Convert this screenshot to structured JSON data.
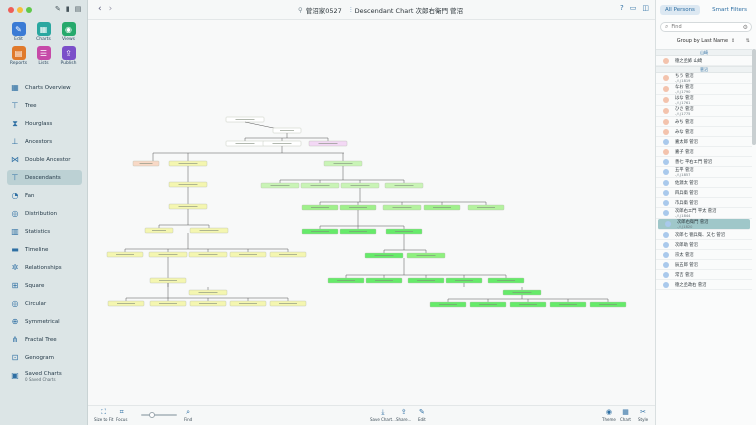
{
  "app": {
    "doc_title": "菅沼家0527",
    "chart_title": "Descendant Chart 次郎右衛門 菅沼"
  },
  "toolbar_grid": [
    {
      "label": "Edit",
      "icon": "pencil-icon",
      "color": "#3a7bd5"
    },
    {
      "label": "Charts",
      "icon": "charts-icon",
      "color": "#2aa7a0"
    },
    {
      "label": "Views",
      "icon": "eye-icon",
      "color": "#26a96c"
    },
    {
      "label": "Reports",
      "icon": "reports-icon",
      "color": "#e07a2c"
    },
    {
      "label": "Lists",
      "icon": "lists-icon",
      "color": "#c64aa8"
    },
    {
      "label": "Publish",
      "icon": "publish-icon",
      "color": "#7b4fc9"
    }
  ],
  "nav": [
    {
      "label": "Charts Overview",
      "icon": "charts-overview-icon"
    },
    {
      "label": "Tree",
      "icon": "tree-icon"
    },
    {
      "label": "Hourglass",
      "icon": "hourglass-icon"
    },
    {
      "label": "Ancestors",
      "icon": "ancestors-icon"
    },
    {
      "label": "Double Ancestor",
      "icon": "double-ancestor-icon"
    },
    {
      "label": "Descendants",
      "icon": "descendants-icon",
      "selected": true
    },
    {
      "label": "Fan",
      "icon": "fan-icon"
    },
    {
      "label": "Distribution",
      "icon": "distribution-icon"
    },
    {
      "label": "Statistics",
      "icon": "statistics-icon"
    },
    {
      "label": "Timeline",
      "icon": "timeline-icon"
    },
    {
      "label": "Relationships",
      "icon": "relationships-icon"
    },
    {
      "label": "Square",
      "icon": "square-icon"
    },
    {
      "label": "Circular",
      "icon": "circular-icon"
    },
    {
      "label": "Symmetrical",
      "icon": "symmetrical-icon"
    },
    {
      "label": "Fractal Tree",
      "icon": "fractal-tree-icon"
    },
    {
      "label": "Genogram",
      "icon": "genogram-icon"
    },
    {
      "label": "Saved Charts",
      "sub": "0 Saved Charts",
      "icon": "saved-charts-icon"
    }
  ],
  "bottom_bar": {
    "size_to_fit": "Size to Fit",
    "focus": "Focus",
    "find": "Find",
    "save_chart": "Save Chart...",
    "share": "Share...",
    "edit": "Edit",
    "theme": "Theme",
    "chart": "Chart",
    "style": "Style",
    "zoom_level": 0.3
  },
  "right_panel": {
    "tabs": [
      "All Persons",
      "Smart Filters"
    ],
    "search_placeholder": "Find",
    "group_by": "Group by Last Name",
    "groups": [
      {
        "header": "山崎",
        "items": [
          {
            "name": "徳之丞姉 山崎",
            "sex": "f"
          }
        ]
      },
      {
        "header": "菅沼",
        "items": [
          {
            "name": "ちう 菅沼",
            "date": "-八(1819",
            "sex": "f"
          },
          {
            "name": "なお 菅沼",
            "date": "-八(1790",
            "sex": "f"
          },
          {
            "name": "はな 菅沼",
            "date": "-八(1761",
            "sex": "f"
          },
          {
            "name": "ひさ 菅沼",
            "date": "-八(1775",
            "sex": "f"
          },
          {
            "name": "みち 菅沼",
            "sex": "f"
          },
          {
            "name": "みな 菅沼",
            "sex": "f"
          },
          {
            "name": "嘉太郎 菅沼",
            "sex": "m"
          },
          {
            "name": "嘉子 菅沼",
            "sex": "f"
          },
          {
            "name": "善七 平右エ門 菅沼",
            "sex": "m"
          },
          {
            "name": "五平 菅沼",
            "date": "-八(1857",
            "sex": "m"
          },
          {
            "name": "佐源太 菅沼",
            "sex": "m"
          },
          {
            "name": "四兵衛 菅沼",
            "sex": "m"
          },
          {
            "name": "市兵衛 菅沼",
            "sex": "m"
          },
          {
            "name": "次郎右エ門 平太 菅沼",
            "date": "-八(1844",
            "sex": "m"
          },
          {
            "name": "次郎右衛門 菅沼",
            "date": "-八(1820",
            "sex": "m",
            "selected": true
          },
          {
            "name": "次郎七 徳兵衛、又七 菅沼",
            "sex": "m"
          },
          {
            "name": "次郎助 菅沼",
            "sex": "m"
          },
          {
            "name": "宗太 菅沼",
            "sex": "m"
          },
          {
            "name": "辰五郎 菅沼",
            "sex": "m"
          },
          {
            "name": "常吉 菅沼",
            "sex": "m"
          },
          {
            "name": "徳之丞政右 菅沼",
            "sex": "m"
          }
        ]
      }
    ]
  },
  "colors": {
    "male_dot": "#a9c9ec",
    "female_dot": "#f3c3ad",
    "accent": "#2e6fa3",
    "selected_row": "#9fc7c9",
    "box_root": "#ffffff",
    "box_spouse_a": "#ffffff",
    "box_spouse_b": "#f3d8f5",
    "box_female": "#f8d9c6",
    "box_male_gen": "#f4f6b0",
    "box_branch": "#c9f4b6",
    "box_branch_deep": "#66ea6a"
  }
}
